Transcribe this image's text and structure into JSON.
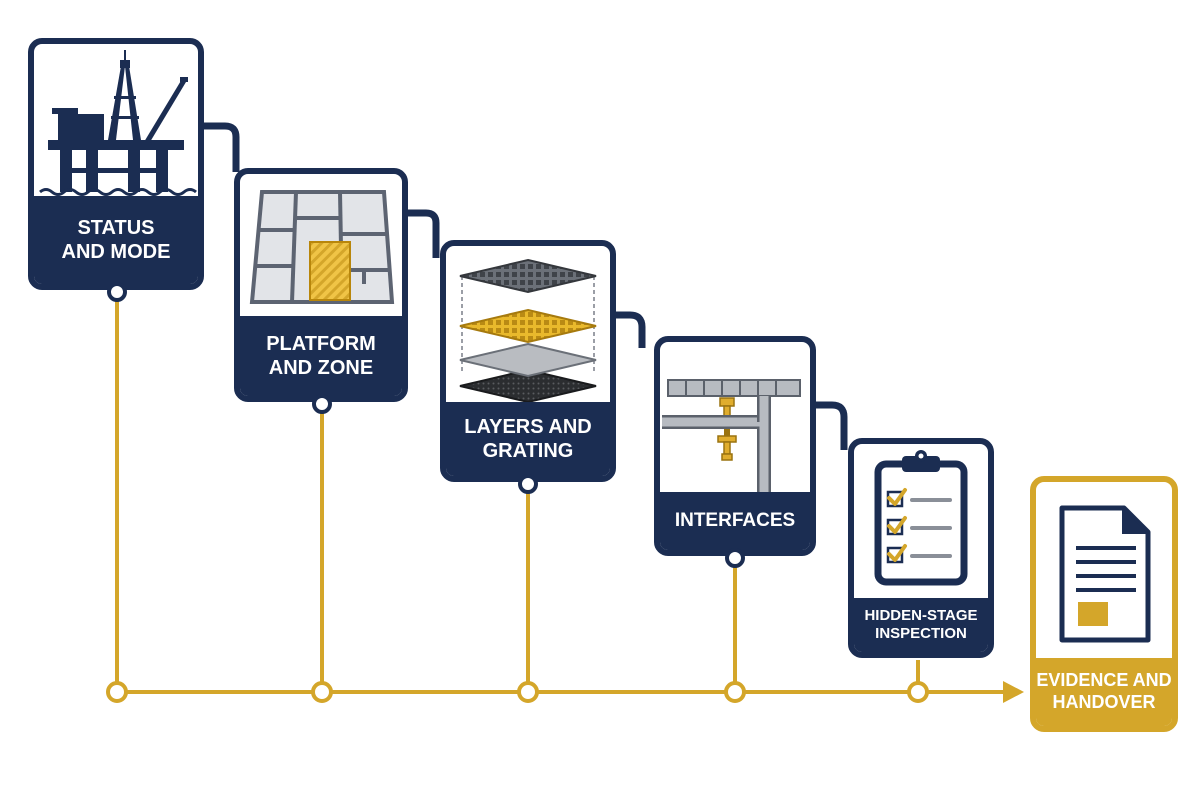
{
  "colors": {
    "navy": "#1b2d52",
    "gold": "#d4a62a",
    "white": "#ffffff"
  },
  "steps": [
    {
      "label": "STATUS\nAND MODE",
      "icon": "offshore-platform-icon"
    },
    {
      "label": "PLATFORM\nAND ZONE",
      "icon": "floor-plan-zone-icon"
    },
    {
      "label": "LAYERS AND\nGRATING",
      "icon": "layered-grating-icon"
    },
    {
      "label": "INTERFACES",
      "icon": "pipe-support-interface-icon"
    },
    {
      "label": "HIDDEN-STAGE\nINSPECTION",
      "icon": "checklist-clipboard-icon"
    },
    {
      "label": "EVIDENCE AND\nHANDOVER",
      "icon": "document-icon"
    }
  ]
}
